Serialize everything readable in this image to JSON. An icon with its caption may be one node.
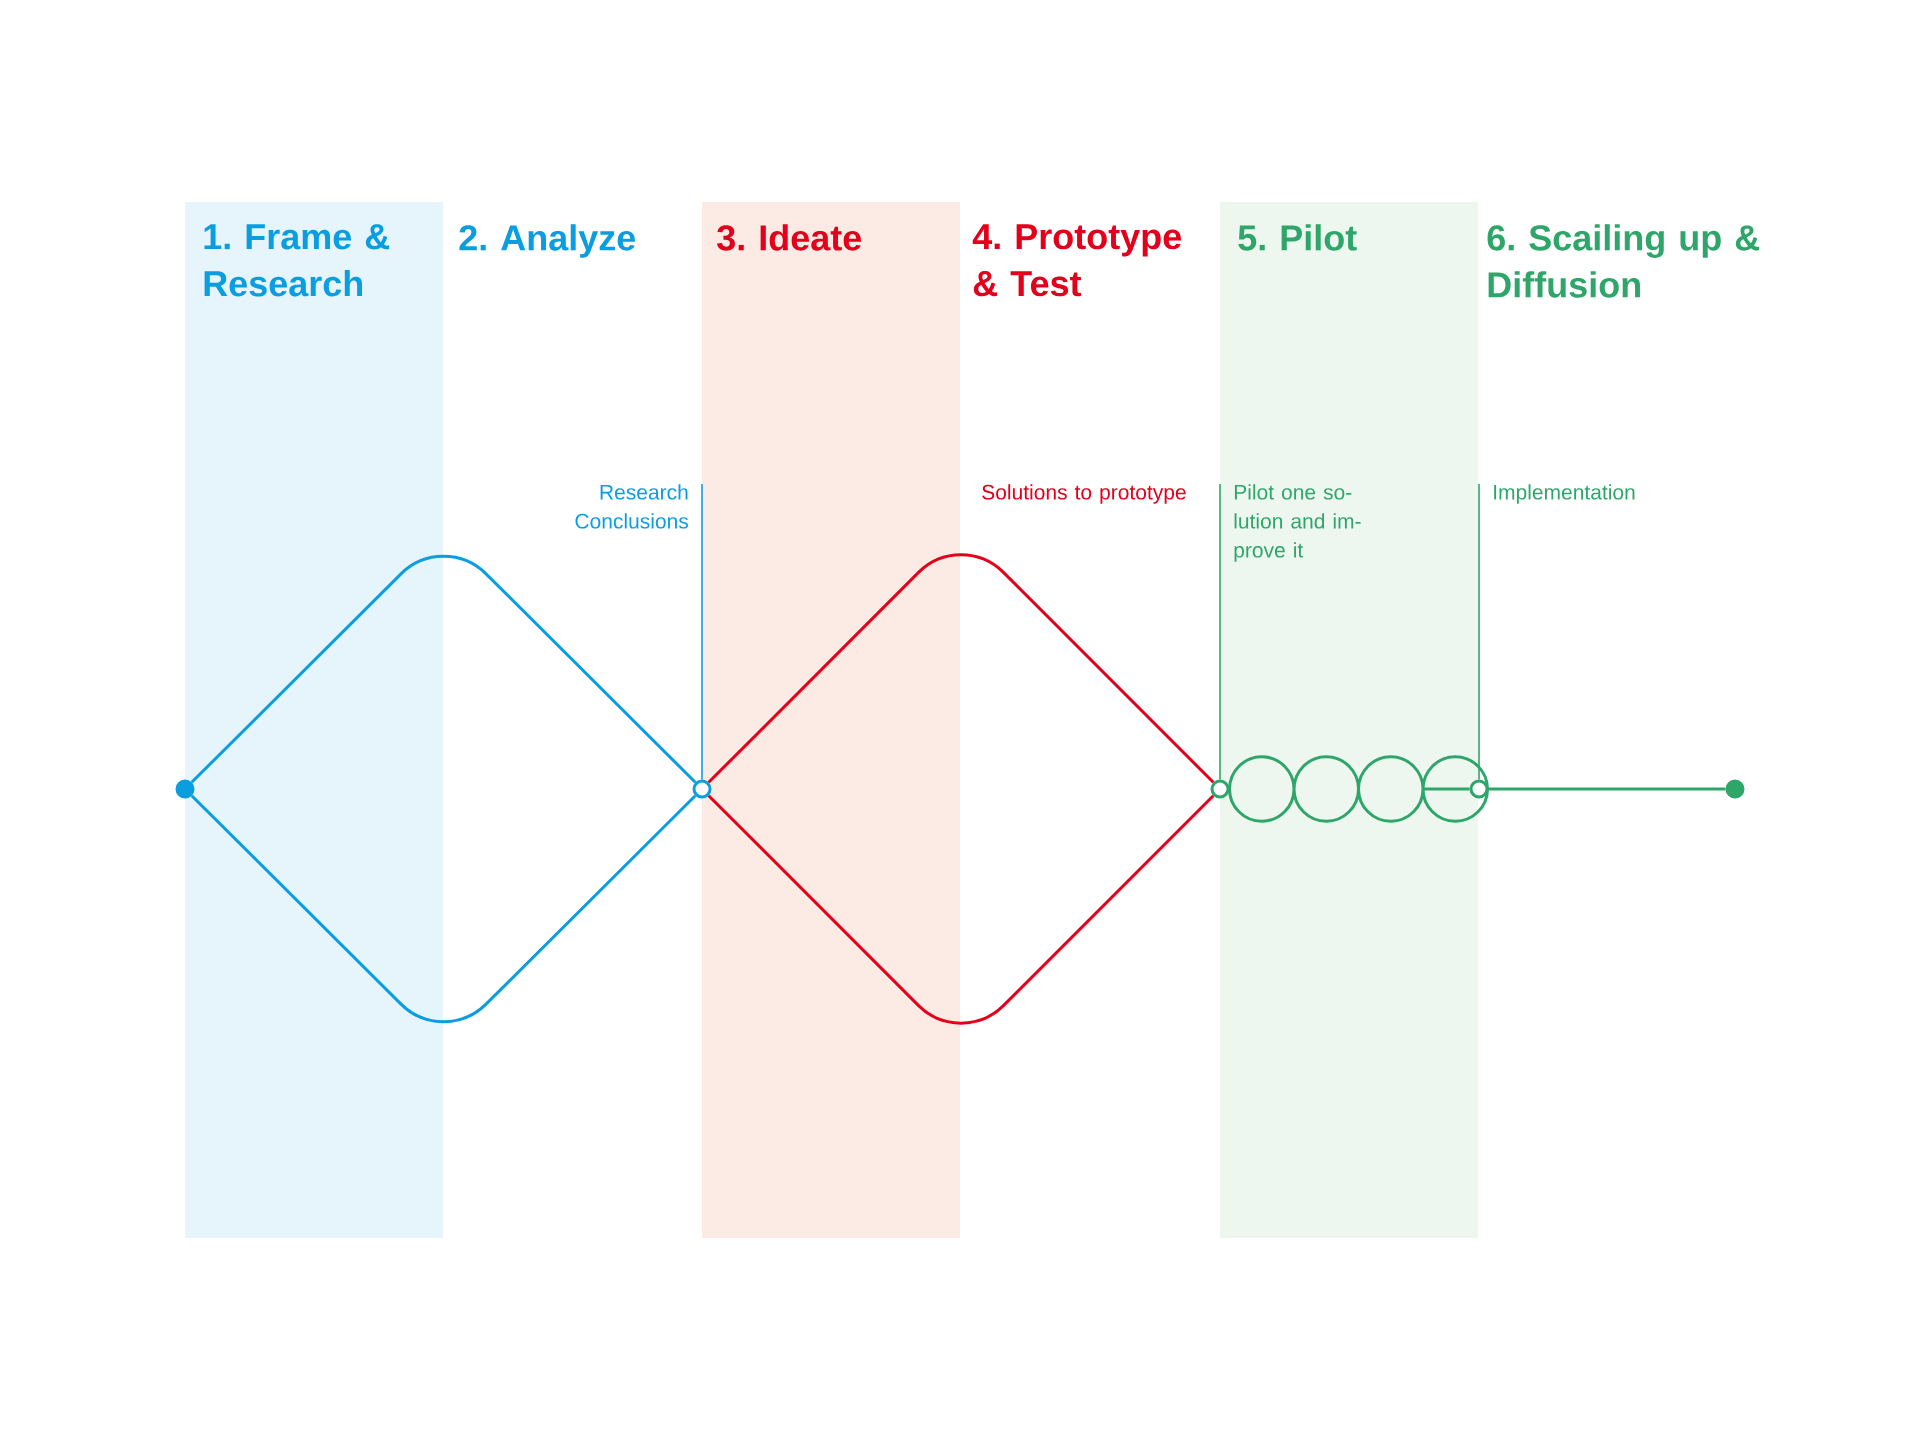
{
  "diagram": {
    "nodes": [
      {
        "text": [],
        "shape": "circle"
      },
      {
        "text": [],
        "shape": "circle"
      },
      {
        "text": [],
        "shape": "circle"
      },
      {
        "text": [],
        "shape": "circle"
      },
      {
        "text": [],
        "shape": "circle"
      },
      {
        "text": [
          "Research Conclusions"
        ]
      },
      {
        "text": [
          "Solutions to prototype"
        ]
      },
      {
        "text": [
          "Pilot one so- lution and im- prove it"
        ]
      },
      {
        "text": [
          "Implementation"
        ]
      }
    ],
    "edges": [
      {
        "from": 0,
        "to": 1,
        "arrow": "none",
        "color": "#0a9ee0"
      },
      {
        "from": 0,
        "to": 1,
        "arrow": "none",
        "color": "#0a9ee0"
      },
      {
        "from": 1,
        "to": 2,
        "arrow": "none",
        "color": "#e2001a"
      },
      {
        "from": 1,
        "to": 2,
        "arrow": "none",
        "color": "#e2001a"
      },
      {
        "from": 2,
        "to": 3,
        "arrow": "none",
        "color": "#2ea66a"
      },
      {
        "from": 3,
        "to": 4,
        "arrow": "none",
        "color": "#2ea66a"
      },
      {
        "from": 5,
        "to": 1,
        "arrow": "none",
        "color": "#0a9ee0"
      },
      {
        "from": 7,
        "to": 2,
        "arrow": "none",
        "color": "#2ea66a"
      },
      {
        "from": 8,
        "to": 3,
        "arrow": "none",
        "color": "#2ea66a"
      }
    ],
    "labels": [
      "1. Frame & Research",
      "2. Analyze",
      "3. Ideate",
      "4. Prototype & Test",
      "5. Pilot",
      "6. Scailing up & Diffusion"
    ]
  }
}
